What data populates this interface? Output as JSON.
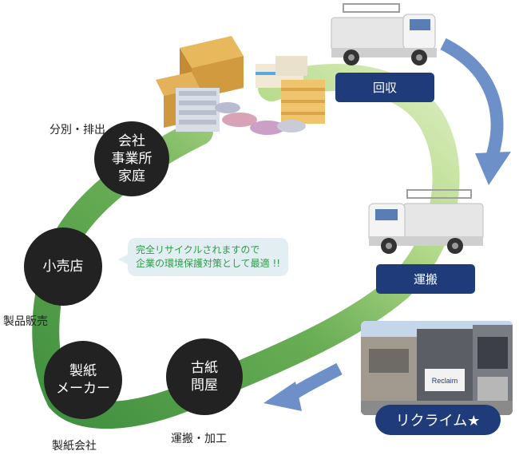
{
  "nodes": {
    "company": {
      "lines": [
        "会社",
        "事業所",
        "家庭"
      ]
    },
    "retail": {
      "lines": [
        "小売店"
      ]
    },
    "maker": {
      "lines": [
        "製紙",
        "メーカー"
      ]
    },
    "wholesaler": {
      "lines": [
        "古紙",
        "問屋"
      ]
    }
  },
  "labels": {
    "sort": "分別・排出",
    "sales": "製品販売",
    "paper_company": "製紙会社",
    "transport_process": "運搬・加工"
  },
  "steps": {
    "collect": "回収",
    "transport": "運搬"
  },
  "bubble": {
    "line1": "完全リサイクルされますので",
    "line2": "企業の環境保護対策として最適 !!"
  },
  "brand": {
    "name": "リクライム★",
    "sign": "Reclaim"
  },
  "colors": {
    "loop_dark": "#4a9a48",
    "loop_light": "#c8e2a2",
    "arrow_blue": "#6e90c8",
    "step_navy": "#1f3b79",
    "node_dark": "#222222",
    "bubble_bg": "#e3eef3",
    "bubble_text": "#2e9a4a"
  },
  "icons": [
    "garbage-truck-icon",
    "cardboard-boxes-icon",
    "curved-arrow-icon",
    "building-photo"
  ]
}
